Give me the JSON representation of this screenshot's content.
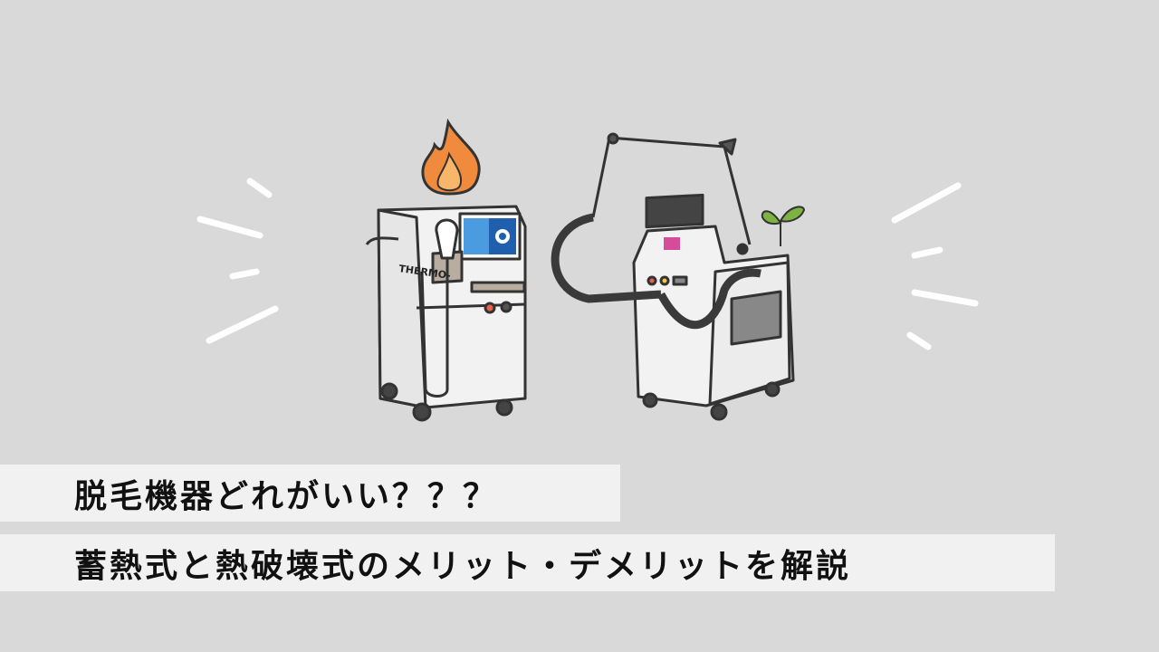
{
  "headline": {
    "line1": "脱毛機器どれがいい？？？",
    "line2": "蓄熱式と熱破壊式のメリット・デメリットを解説"
  },
  "illustration": {
    "left_machine_label": "THERMO-",
    "icons": [
      "flame-icon",
      "sprout-icon"
    ],
    "colors": {
      "background": "#d9d9d9",
      "band": "#f1f1f1",
      "flame": "#f08a3c",
      "screen_blue": "#1f5fae",
      "leaf": "#7cb342",
      "screen_pink": "#d64b9a"
    }
  }
}
